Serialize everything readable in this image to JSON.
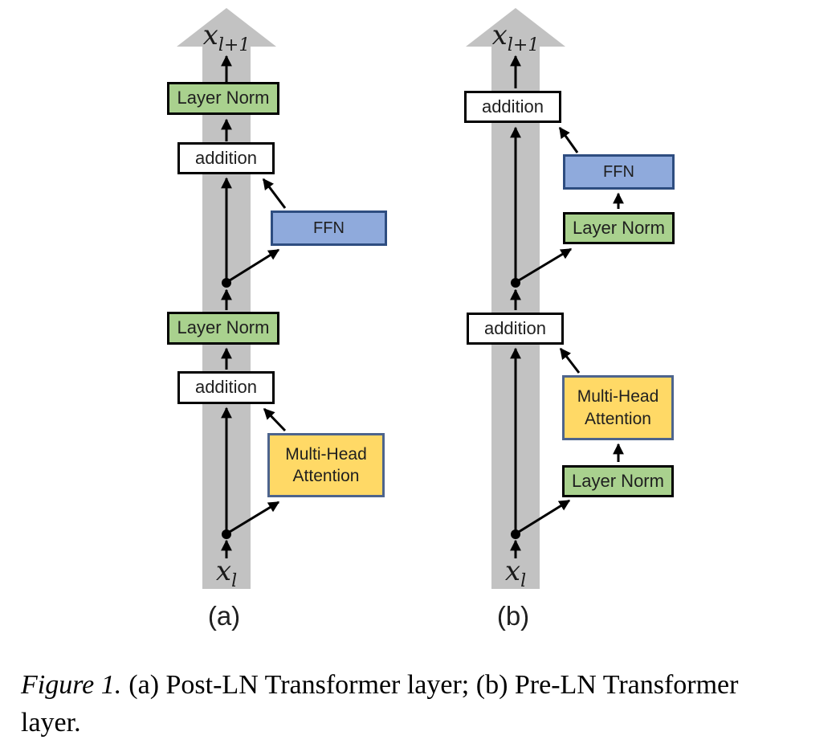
{
  "figure": {
    "panels": [
      {
        "id": "a",
        "panel_label": "(a)",
        "input": {
          "var": "x",
          "sub": "l"
        },
        "output": {
          "var": "x",
          "sub": "l+1"
        },
        "boxes": {
          "layer_norm_top": "Layer Norm",
          "addition_top": "addition",
          "ffn": "FFN",
          "layer_norm_mid": "Layer Norm",
          "addition_bottom": "addition",
          "attention": "Multi-Head Attention"
        }
      },
      {
        "id": "b",
        "panel_label": "(b)",
        "input": {
          "var": "x",
          "sub": "l"
        },
        "output": {
          "var": "x",
          "sub": "l+1"
        },
        "boxes": {
          "addition_top": "addition",
          "ffn": "FFN",
          "layer_norm_mid": "Layer Norm",
          "addition_mid": "addition",
          "attention": "Multi-Head Attention",
          "layer_norm_bottom": "Layer Norm"
        }
      }
    ]
  },
  "caption": {
    "label": "Figure 1.",
    "text": "(a) Post-LN Transformer layer; (b) Pre-LN Transformer layer."
  },
  "colors": {
    "band_gray": "#c2c2c2",
    "green_fill": "#a9d18e",
    "green_border": "#000000",
    "blue_fill": "#8faadc",
    "blue_border": "#2e4d80",
    "yellow_fill": "#ffd966",
    "yellow_border": "#4d648d",
    "addition_fill": "#ffffff",
    "addition_border": "#000000",
    "arrow_black": "#000000",
    "text_dark": "#1f1f1f"
  }
}
